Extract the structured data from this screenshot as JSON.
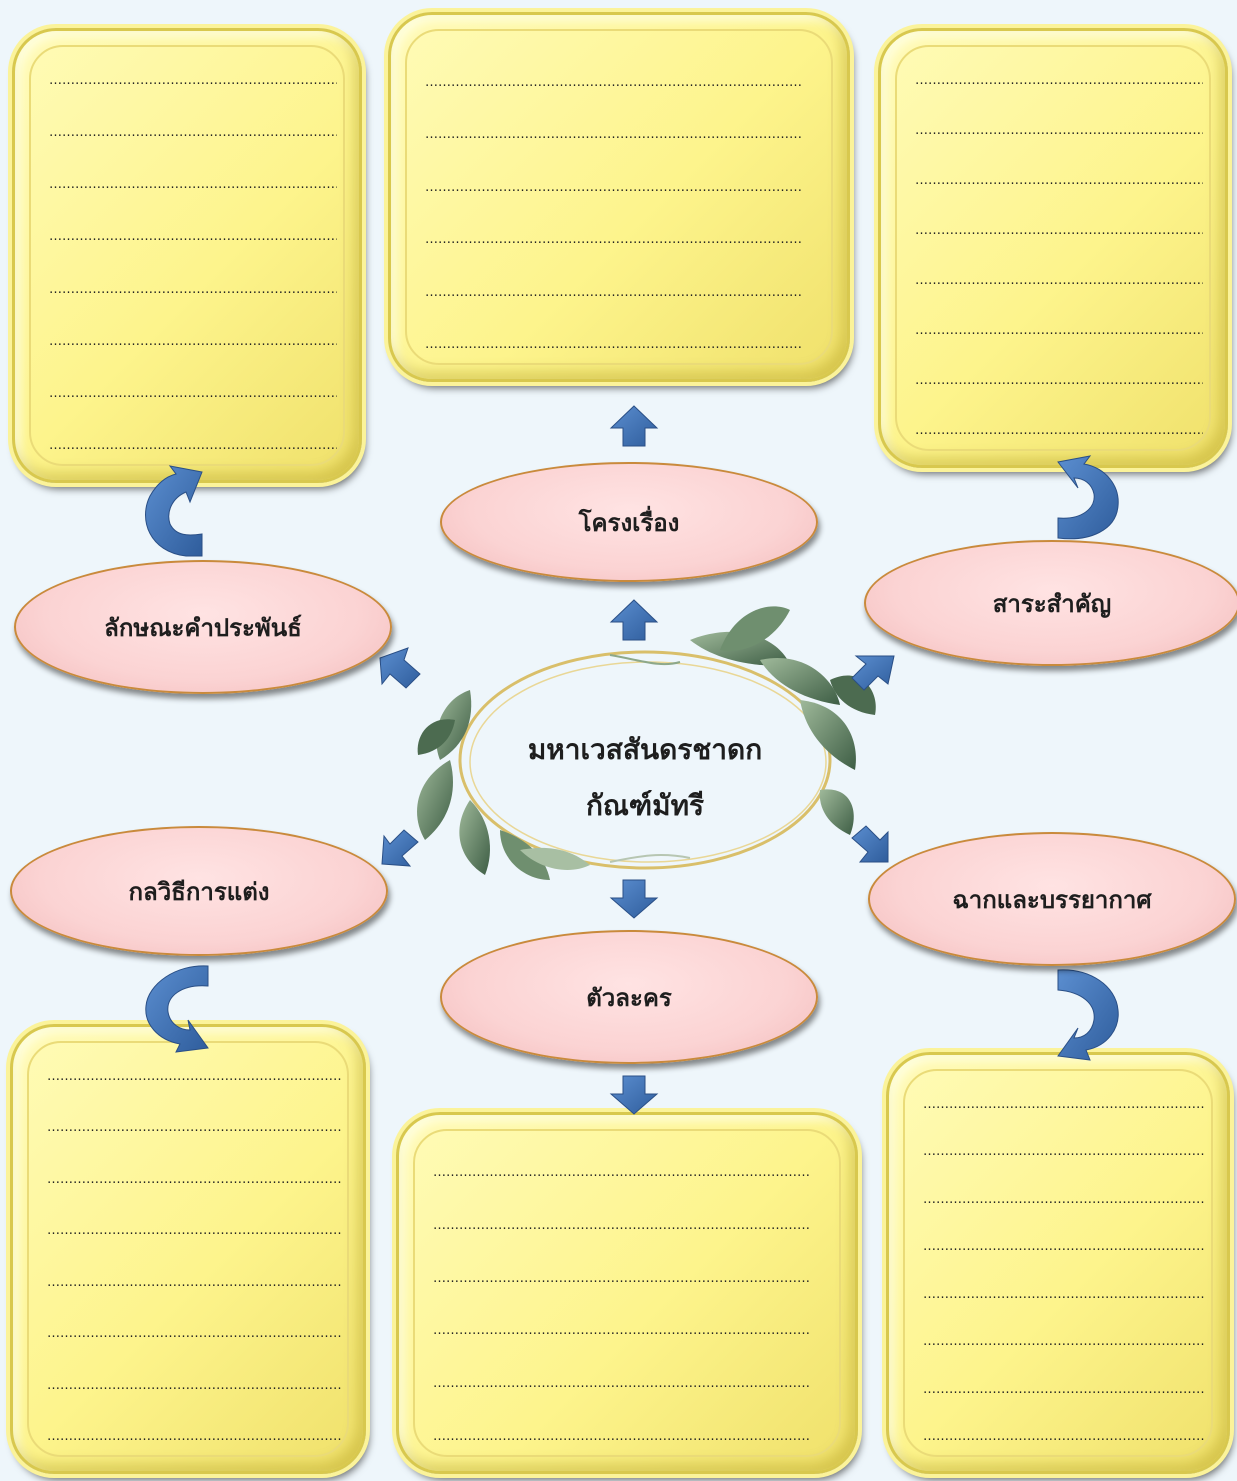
{
  "center": {
    "line1": "มหาเวสสันดรชาดก",
    "line2": "กัณฑ์มัทรี"
  },
  "topics": {
    "plot": "โครงเรื่อง",
    "theme": "สาระสำคัญ",
    "verse": "ลักษณะคำประพันธ์",
    "technique": "กลวิธีการแต่ง",
    "setting": "ฉากและบรรยากาศ",
    "characters": "ตัวละคร"
  },
  "dotted_line": "……………………………………………………………………………",
  "colors": {
    "box_fill": "#fdf48c",
    "oval_fill": "#fbd3d3",
    "arrow_fill": "#3f6fb5",
    "background": "#eef6fb"
  },
  "boxes": {
    "top_left_lines": 8,
    "top_center_lines": 6,
    "top_right_lines": 8,
    "bottom_left_lines": 8,
    "bottom_center_lines": 6,
    "bottom_right_lines": 8
  }
}
